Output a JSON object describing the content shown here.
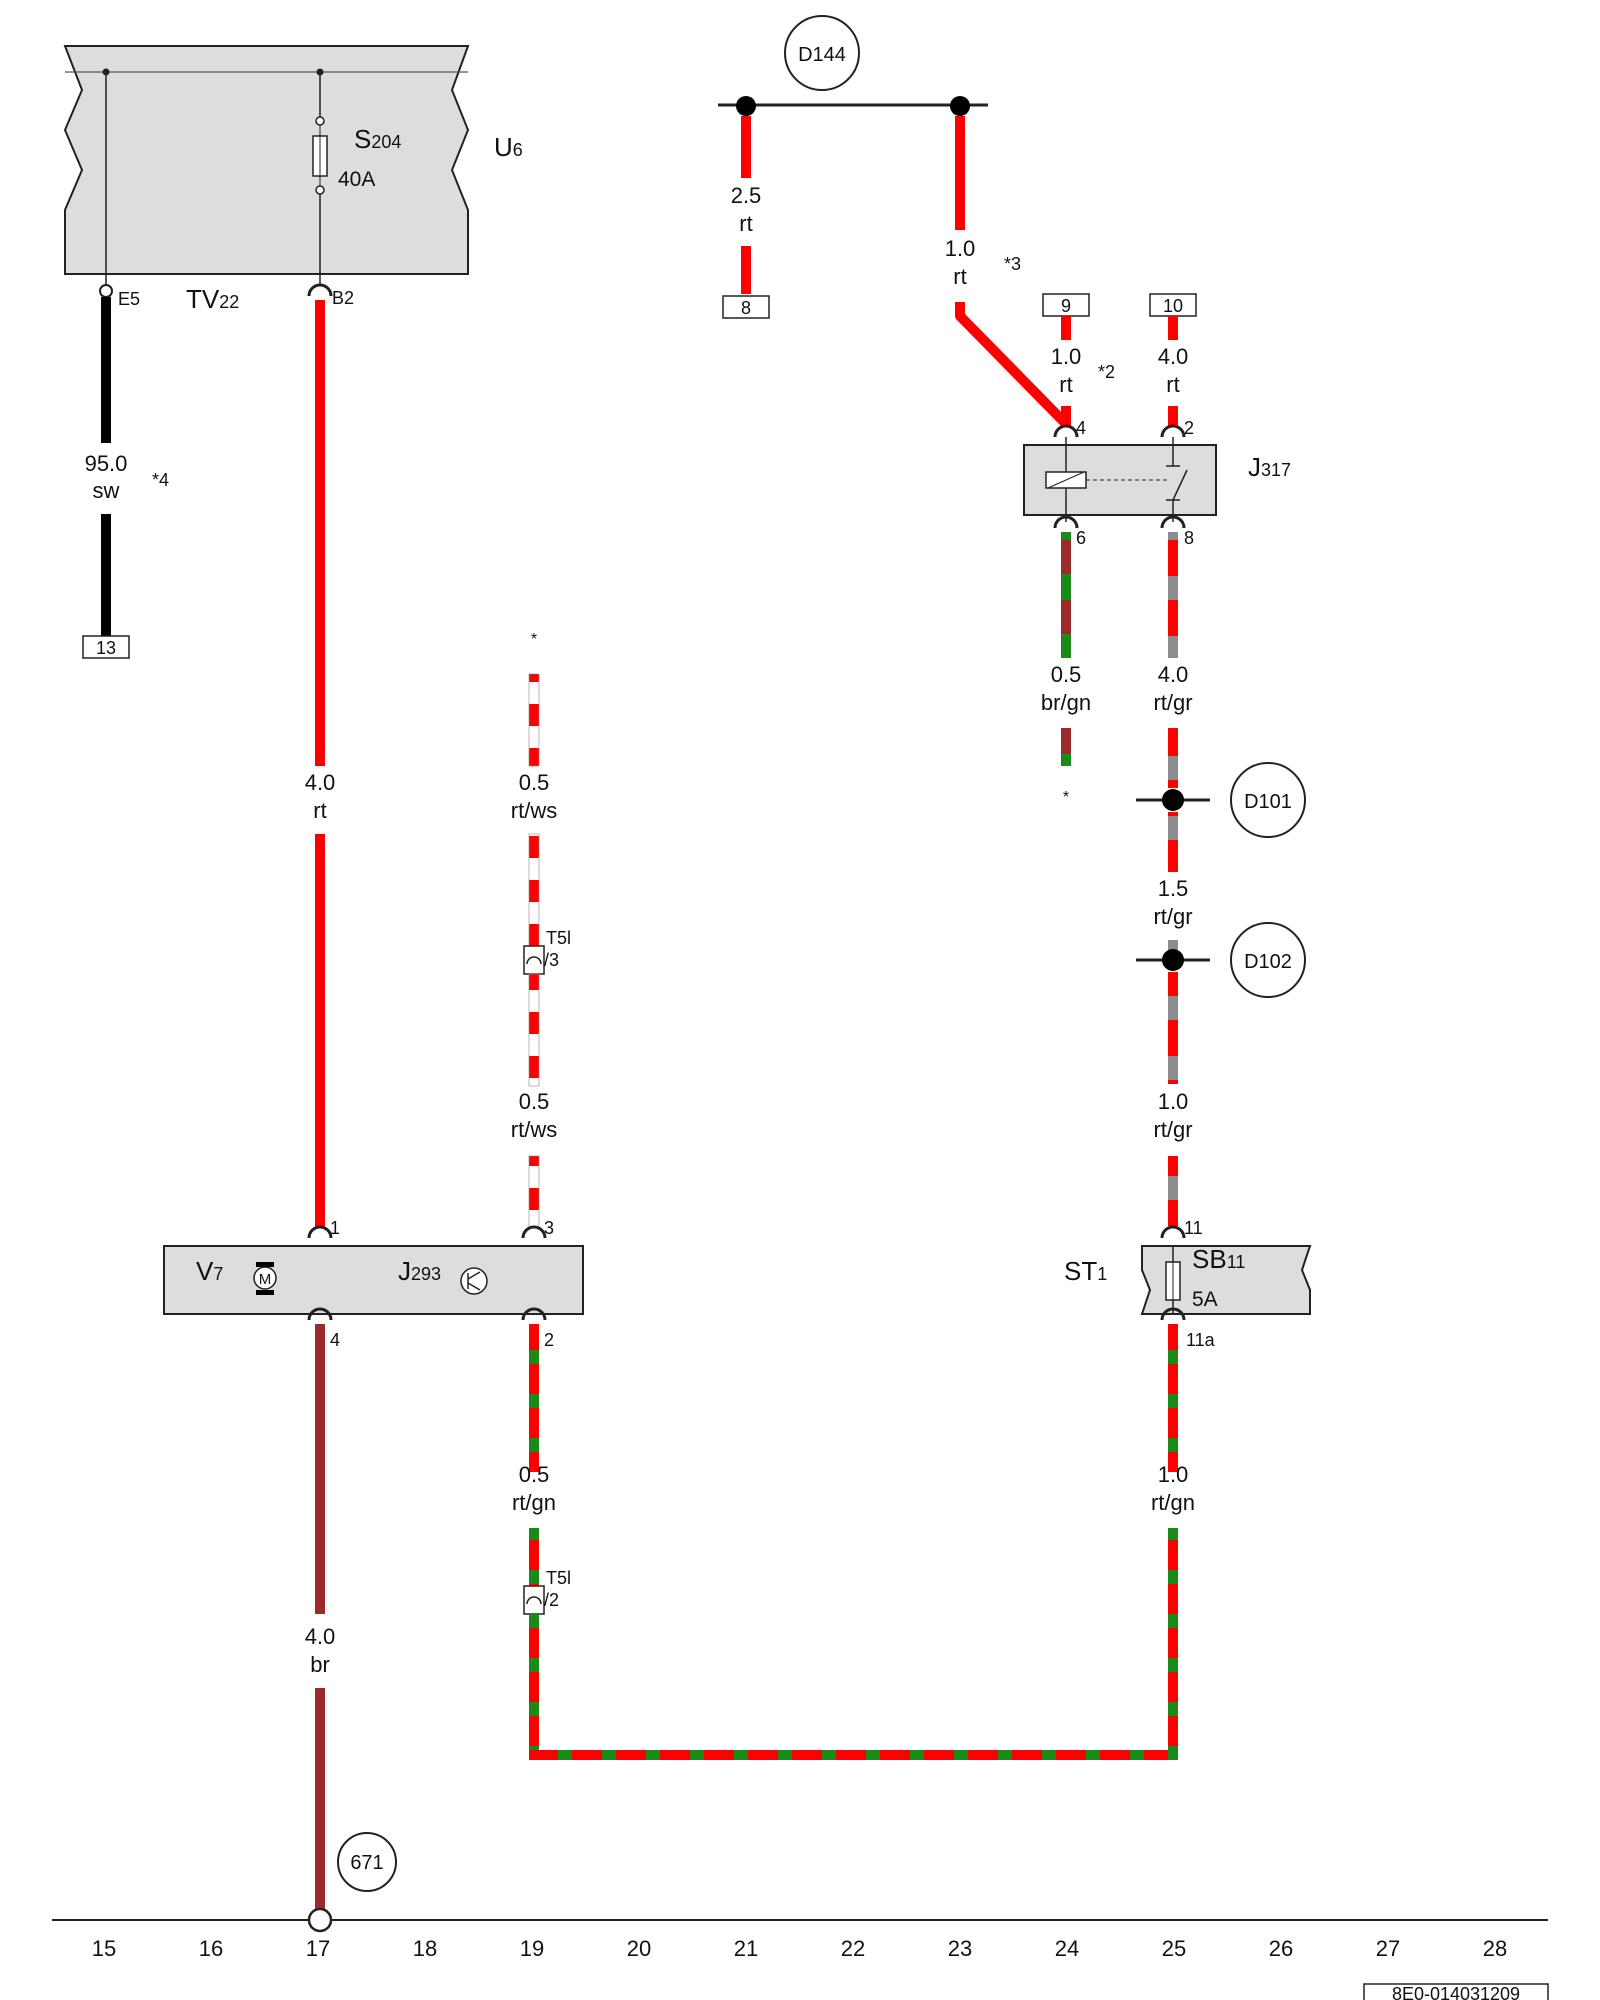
{
  "components": {
    "u6": {
      "name": "U",
      "sub": "6"
    },
    "s204": {
      "name": "S",
      "sub": "204",
      "rating": "40A"
    },
    "tv22": {
      "name": "TV",
      "sub": "22"
    },
    "j317": {
      "name": "J",
      "sub": "317"
    },
    "v7": {
      "name": "V",
      "sub": "7"
    },
    "j293": {
      "name": "J",
      "sub": "293"
    },
    "st1": {
      "name": "ST",
      "sub": "1"
    },
    "sb11": {
      "name": "SB",
      "sub": "11",
      "rating": "5A"
    },
    "motor_symbol": "M"
  },
  "pins": {
    "e5": "E5",
    "b2": "B2",
    "j317_4": "4",
    "j317_2": "2",
    "j317_6": "6",
    "j317_8": "8",
    "v7_1": "1",
    "v7_3": "3",
    "v7_4": "4",
    "v7_2": "2",
    "st1_11": "11",
    "st1_11a": "11a"
  },
  "connectors": {
    "t5l_3": {
      "name": "T5l",
      "pin": "/3"
    },
    "t5l_2": {
      "name": "T5l",
      "pin": "/2"
    }
  },
  "refs": {
    "r13": "13",
    "r8": "8",
    "r9": "9",
    "r10": "10"
  },
  "splices": {
    "d144": "D144",
    "d101": "D101",
    "d102": "D102",
    "g671": "671"
  },
  "wires": {
    "w_95_sw": {
      "size": "95.0",
      "color": "sw",
      "note": "*4"
    },
    "w_25_rt": {
      "size": "2.5",
      "color": "rt"
    },
    "w_10_rt_a": {
      "size": "1.0",
      "color": "rt",
      "note": "*3"
    },
    "w_10_rt_b": {
      "size": "1.0",
      "color": "rt",
      "note": "*2"
    },
    "w_40_rt_a": {
      "size": "4.0",
      "color": "rt"
    },
    "w_40_rt_b": {
      "size": "4.0",
      "color": "rt"
    },
    "w_05_brgn": {
      "size": "0.5",
      "color": "br/gn"
    },
    "w_40_rtgr": {
      "size": "4.0",
      "color": "rt/gr"
    },
    "w_15_rtgr": {
      "size": "1.5",
      "color": "rt/gr"
    },
    "w_10_rtgr": {
      "size": "1.0",
      "color": "rt/gr"
    },
    "w_05_rtws_a": {
      "size": "0.5",
      "color": "rt/ws"
    },
    "w_05_rtws_b": {
      "size": "0.5",
      "color": "rt/ws"
    },
    "w_05_rtgn": {
      "size": "0.5",
      "color": "rt/gn"
    },
    "w_10_rtgn": {
      "size": "1.0",
      "color": "rt/gn"
    },
    "w_40_br": {
      "size": "4.0",
      "color": "br"
    }
  },
  "asterisks": {
    "top": "*",
    "mid": "*"
  },
  "columns": [
    "15",
    "16",
    "17",
    "18",
    "19",
    "20",
    "21",
    "22",
    "23",
    "24",
    "25",
    "26",
    "27",
    "28"
  ],
  "doc_id": "8E0-014031209",
  "wire_colors": {
    "red": "#ff0000",
    "black": "#000000",
    "green": "#1a8a1a",
    "brown": "#9b2b2b",
    "grey": "#8c8c8c",
    "white": "#ffffff",
    "panel": "#dddddd"
  }
}
